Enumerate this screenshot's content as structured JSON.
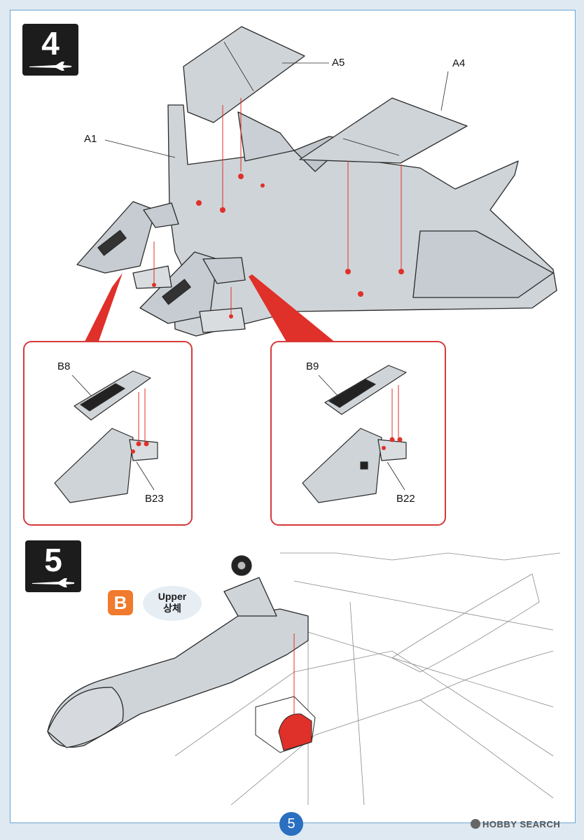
{
  "steps": [
    {
      "number": "4"
    },
    {
      "number": "5"
    }
  ],
  "parts": {
    "a5": "A5",
    "a4": "A4",
    "a1": "A1",
    "b8": "B8",
    "b9": "B9",
    "b23": "B23",
    "b22": "B22"
  },
  "step5": {
    "marker": "B",
    "upper_en": "Upper",
    "upper_ko": "상체"
  },
  "page_number": "5",
  "watermark": "HOBBY SEARCH",
  "colors": {
    "part_fill": "#cfd4d8",
    "detail_border": "#d63a3a",
    "arrow_red": "#e0302a",
    "marker_orange": "#f07a2d",
    "page_number_blue": "#2a6fc0"
  }
}
